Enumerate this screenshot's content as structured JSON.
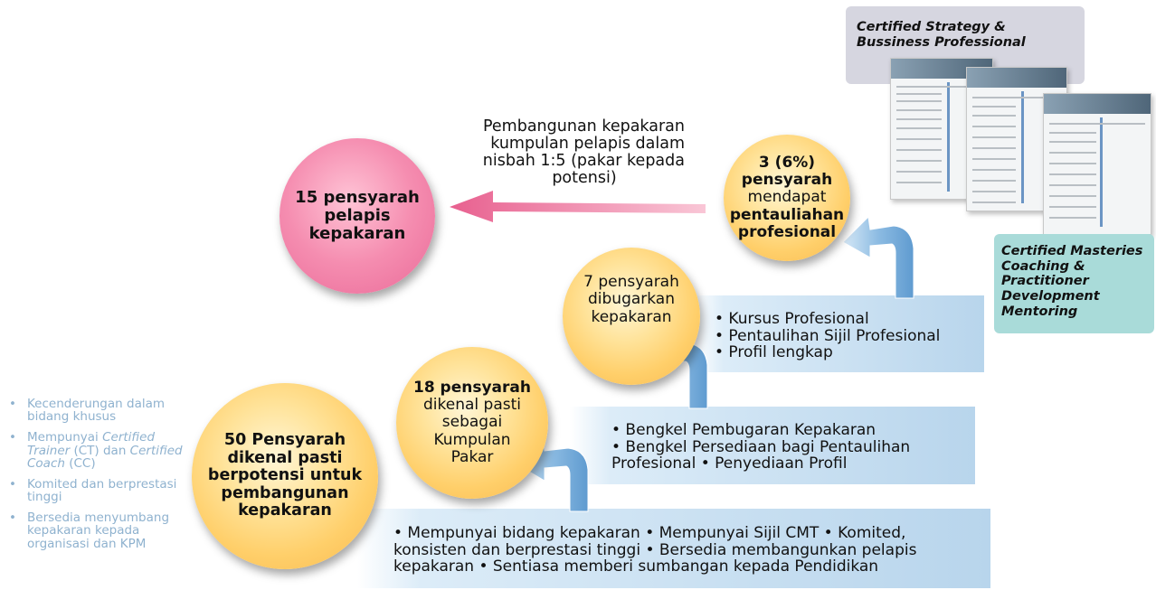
{
  "circles": {
    "c15": {
      "line1": "15 pensyarah",
      "line2": "pelapis",
      "line3": "kepakaran"
    },
    "c3": {
      "line1": "3 (6%)",
      "line2": "pensyarah",
      "line3": "mendapat",
      "line4": "pentauliahan",
      "line5": "profesional"
    },
    "c7": {
      "line1": "7 pensyarah",
      "line2": "dibugarkan",
      "line3": "kepakaran"
    },
    "c18": {
      "line1": "18 pensyarah",
      "line2": "dikenal pasti",
      "line3": "sebagai",
      "line4": "Kumpulan",
      "line5": "Pakar"
    },
    "c50": {
      "line1": "50 Pensyarah",
      "line2": "dikenal pasti",
      "line3": "berpotensi untuk",
      "line4": "pembangunan",
      "line5": "kepakaran"
    }
  },
  "arrow_caption": {
    "line1": "Pembangunan kepakaran",
    "line2": "kumpulan pelapis dalam",
    "line3": "nisbah 1:5 (pakar kepada",
    "line4": "potensi)"
  },
  "band1": {
    "line1": "• Kursus Profesional",
    "line2": "• Pentaulihan Sijil Profesional",
    "line3": "• Profil lengkap"
  },
  "band2": {
    "line1": "• Bengkel Pembugaran Kepakaran",
    "line2": "• Bengkel Persediaan bagi Pentaulihan",
    "line3": "Profesional • Penyediaan Profil"
  },
  "band3": {
    "line1": "• Mempunyai bidang kepakaran • Mempunyai Sijil CMT • Komited,",
    "line2": "konsisten dan berprestasi tinggi • Bersedia membangunkan pelapis",
    "line3": "kepakaran • Sentiasa memberi sumbangan kepada Pendidikan"
  },
  "left_list": {
    "item1": "Kecenderungan dalam bidang khusus",
    "item2_a": "Mempunyai ",
    "item2_b": "Certified Trainer",
    "item2_c": " (CT) dan ",
    "item2_d": "Certified Coach",
    "item2_e": " (CC)",
    "item3": "Komited dan berprestasi tinggi",
    "item4": "Bersedia menyumbang kepakaran kepada organisasi dan KPM"
  },
  "labels": {
    "strategy": {
      "line1": "Certified Strategy &",
      "line2": "Bussiness Professional"
    },
    "masteries": {
      "line1": "Certified Masteries",
      "line2": "Coaching &",
      "line3": "Practitioner",
      "line4": "Development",
      "line5": "Mentoring"
    }
  },
  "colors": {
    "gold": "#ffcf6a",
    "pink": "#ea6a98",
    "band": "#b8d5ec",
    "left_text": "#8fb2cf",
    "label_gray": "#d6d6e0",
    "label_teal": "#a9dbd9"
  }
}
